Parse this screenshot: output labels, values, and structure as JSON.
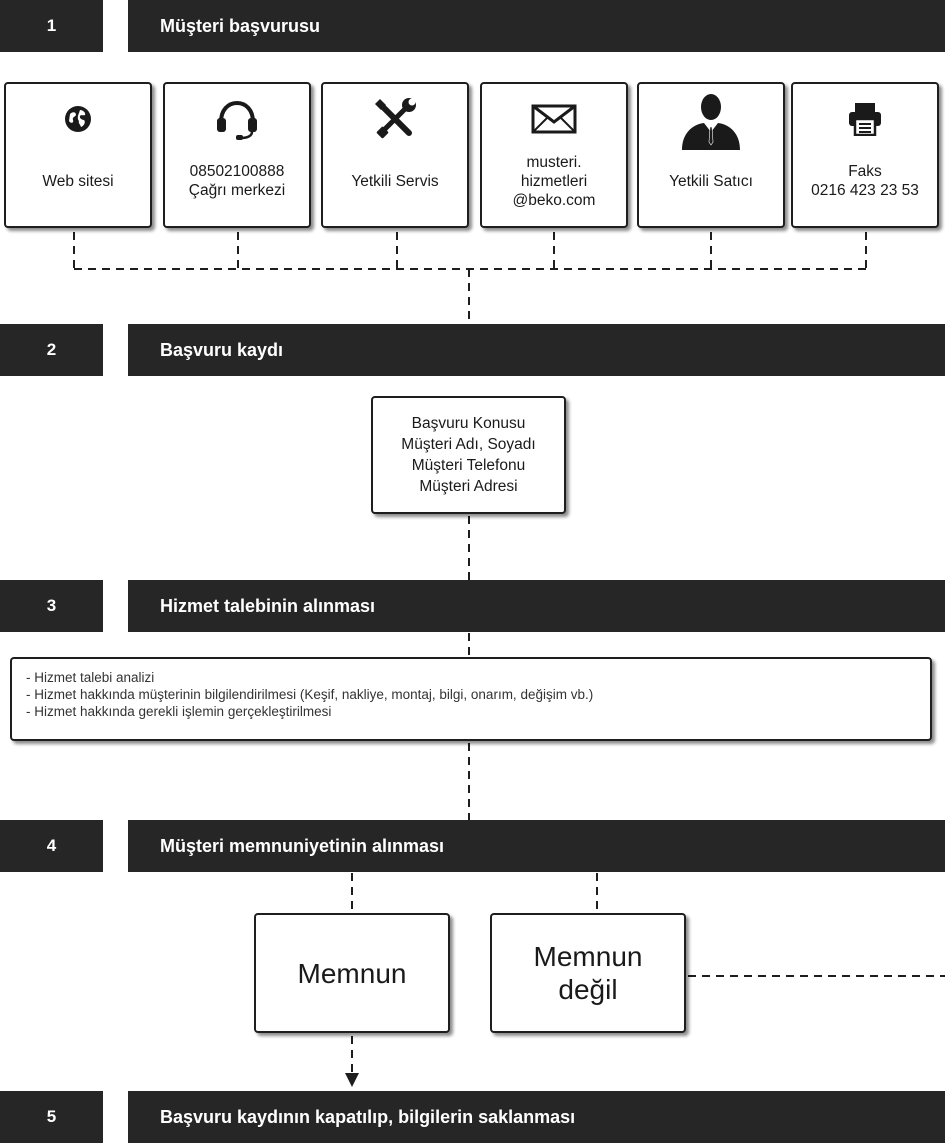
{
  "steps": [
    {
      "number": "1",
      "title": "Müşteri başvurusu"
    },
    {
      "number": "2",
      "title": "Başvuru kaydı"
    },
    {
      "number": "3",
      "title": "Hizmet talebinin alınması"
    },
    {
      "number": "4",
      "title": "Müşteri memnuniyetinin alınması"
    },
    {
      "number": "5",
      "title": "Başvuru kaydının kapatılıp, bilgilerin saklanması"
    }
  ],
  "channels": [
    {
      "icon": "globe-icon",
      "lines": [
        "Web sitesi"
      ]
    },
    {
      "icon": "headset-icon",
      "lines": [
        "08502100888",
        "Çağrı merkezi"
      ]
    },
    {
      "icon": "tools-icon",
      "lines": [
        "Yetkili Servis"
      ]
    },
    {
      "icon": "envelope-icon",
      "lines": [
        "musteri.",
        "hizmetleri",
        "@beko.com"
      ]
    },
    {
      "icon": "person-icon",
      "lines": [
        "Yetkili Satıcı"
      ]
    },
    {
      "icon": "fax-icon",
      "lines": [
        "Faks",
        "0216 423 23 53"
      ]
    }
  ],
  "registration": {
    "lines": [
      "Başvuru Konusu",
      "Müşteri Adı, Soyadı",
      "Müşteri Telefonu",
      "Müşteri Adresi"
    ]
  },
  "service": {
    "lines": [
      "- Hizmet talebi analizi",
      "- Hizmet hakkında müşterinin bilgilendirilmesi (Keşif, nakliye, montaj, bilgi, onarım, değişim vb.)",
      "- Hizmet hakkında gerekli işlemin gerçekleştirilmesi"
    ]
  },
  "satisfaction": {
    "satisfied": [
      "Memnun"
    ],
    "not_satisfied": [
      "Memnun",
      "değil"
    ]
  },
  "colors": {
    "bar": "#262626",
    "border": "#1e1e1e",
    "text": "#1a1a1a"
  }
}
